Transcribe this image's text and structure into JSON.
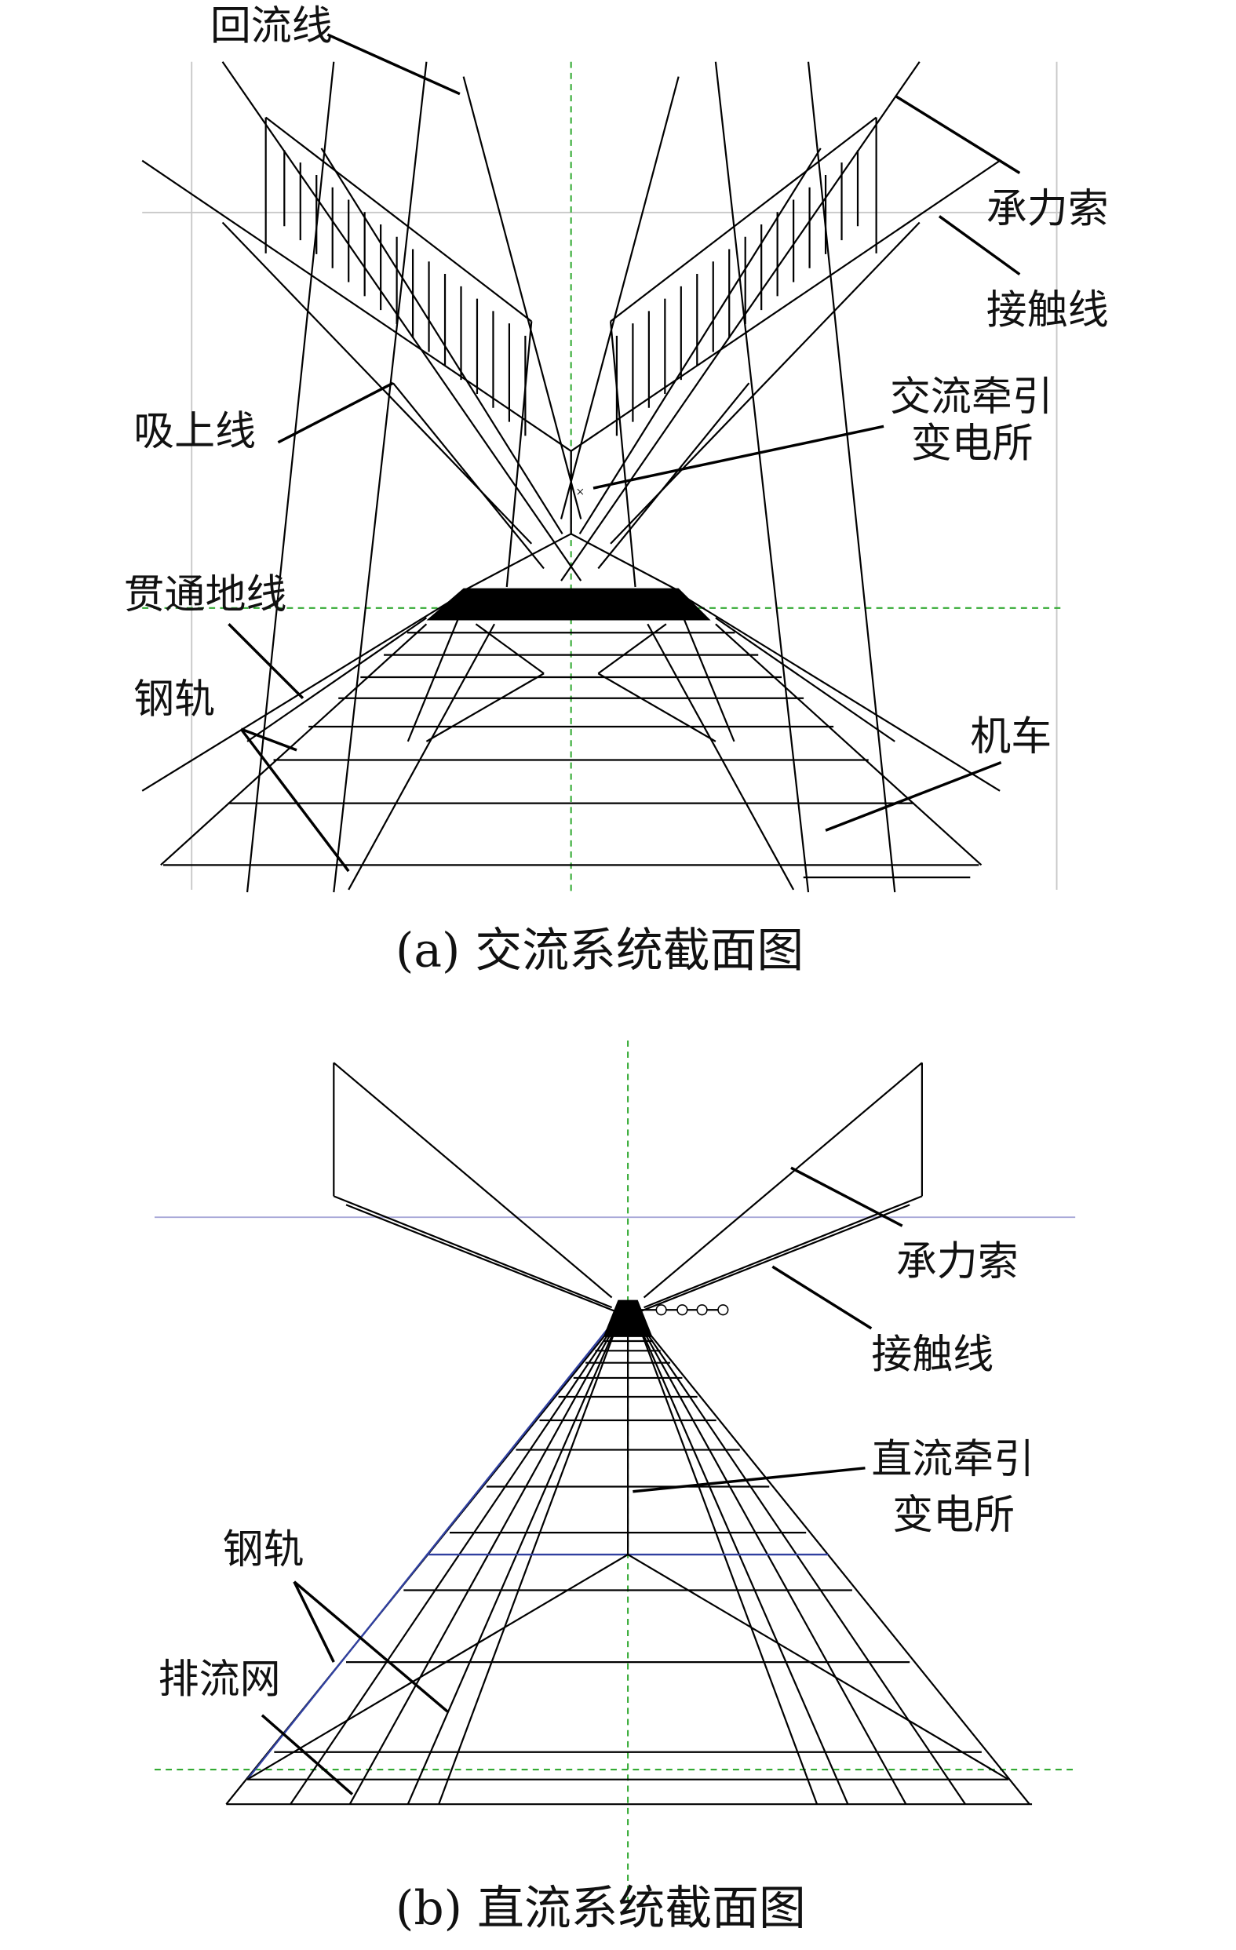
{
  "panel_a": {
    "caption": "(a) 交流系统截面图",
    "labels": {
      "return_wire": "回流线",
      "messenger_wire": "承力索",
      "contact_wire": "接触线",
      "booster_wire": "吸上线",
      "substation_line1": "交流牵引",
      "substation_line2": "变电所",
      "ground_wire": "贯通地线",
      "rail": "钢轨",
      "locomotive": "机车"
    }
  },
  "panel_b": {
    "caption": "(b) 直流系统截面图",
    "labels": {
      "messenger_wire": "承力索",
      "contact_wire": "接触线",
      "substation_line1": "直流牵引",
      "substation_line2": "变电所",
      "rail": "钢轨",
      "drainage_net": "排流网"
    }
  }
}
